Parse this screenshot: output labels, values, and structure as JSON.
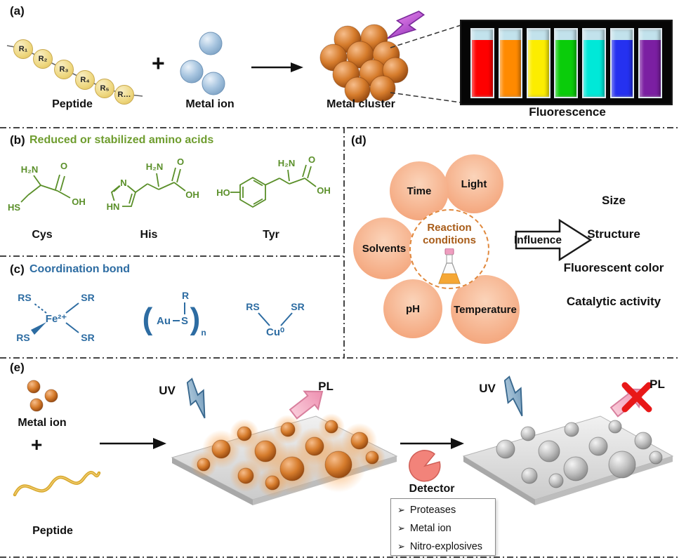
{
  "panel_a": {
    "label": "(a)",
    "peptide_label": "Peptide",
    "residues": [
      "R₁",
      "R₂",
      "R₃",
      "R₄",
      "R₅",
      "R…"
    ],
    "plus": "+",
    "metal_ion_label": "Metal ion",
    "metal_cluster_label": "Metal cluster",
    "fluorescence_label": "Fluorescence",
    "cuvette_colors": [
      "#fe0000",
      "#ff8a00",
      "#fced00",
      "#0acc0a",
      "#00e8d8",
      "#2531f0",
      "#7b1fa2"
    ]
  },
  "panel_b": {
    "label": "(b)",
    "title": "Reduced or stabilized amino acids",
    "title_color": "#6f9d2f",
    "cys": {
      "name": "Cys",
      "h2n": "H₂N",
      "o": "O",
      "oh": "OH",
      "hs": "HS"
    },
    "his": {
      "name": "His",
      "h2n": "H₂N",
      "o": "O",
      "oh": "OH",
      "hn": "HN",
      "n": "N"
    },
    "tyr": {
      "name": "Tyr",
      "h2n": "H₂N",
      "o": "O",
      "oh": "OH",
      "ho": "HO"
    }
  },
  "panel_c": {
    "label": "(c)",
    "title": "Coordination bond",
    "title_color": "#2d6ca2",
    "fe": {
      "center": "Fe²⁺",
      "ul": "RS",
      "ur": "SR",
      "ll": "RS",
      "lr": "SR"
    },
    "au": {
      "open": "(",
      "au": "Au",
      "s": "S",
      "close": ")",
      "sub": "n",
      "r": "R"
    },
    "cu": {
      "left": "RS",
      "right": "SR",
      "center": "Cu⁰"
    }
  },
  "panel_d": {
    "label": "(d)",
    "petals": [
      "Time",
      "Light",
      "Solvents",
      "pH",
      "Temperature"
    ],
    "center_line1": "Reaction",
    "center_line2": "conditions",
    "influence_label": "Influence",
    "outcomes": [
      "Size",
      "Structure",
      "Fluorescent color",
      "Catalytic activity"
    ]
  },
  "panel_e": {
    "label": "(e)",
    "metal_ion_label": "Metal ion",
    "plus": "+",
    "peptide_label": "Peptide",
    "uv_label": "UV",
    "pl_label": "PL",
    "detector_label": "Detector",
    "bullet": "➢",
    "detector_items": [
      "Proteases",
      "Metal ion",
      "Nitro-explosives"
    ]
  }
}
